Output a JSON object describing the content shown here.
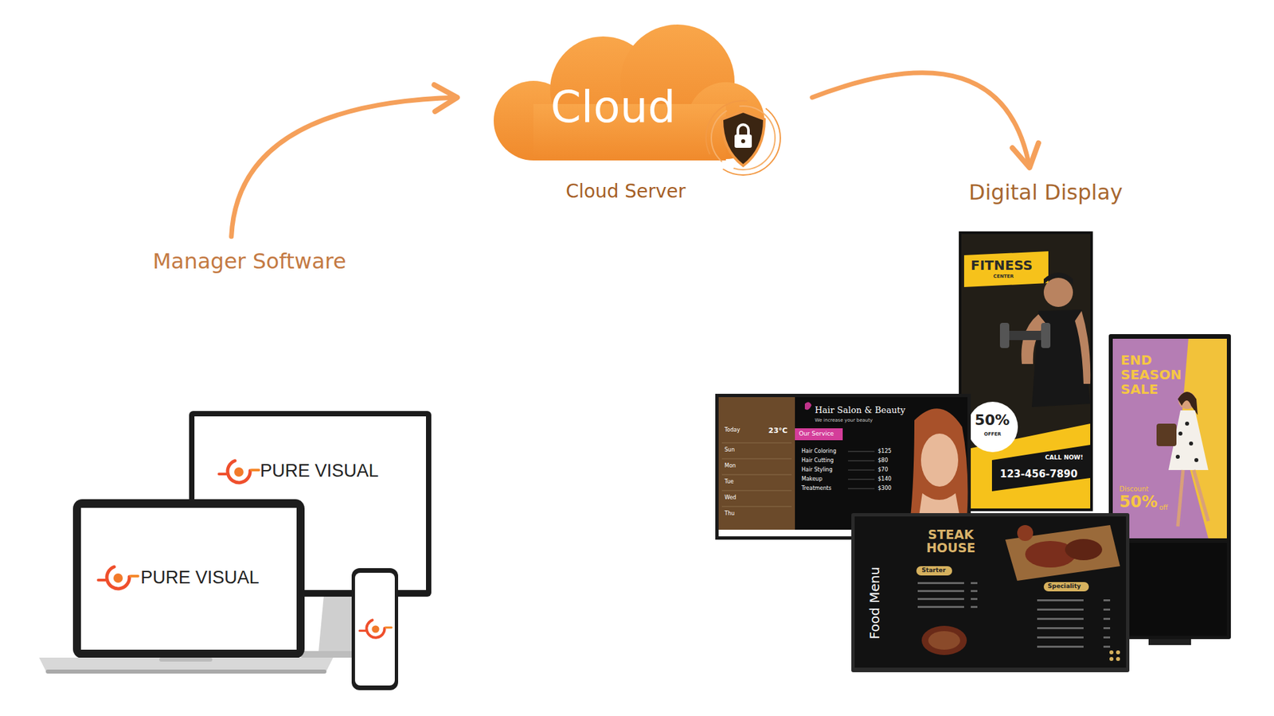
{
  "diagram": {
    "nodes": [
      {
        "text": [
          "Manager Software"
        ]
      },
      {
        "text": [
          "Cloud",
          "Cloud Server"
        ]
      },
      {
        "text": [
          "Digital Display"
        ]
      }
    ],
    "edges": [
      {
        "from": 0,
        "to": 1,
        "arrow": "to"
      },
      {
        "from": 1,
        "to": 2,
        "arrow": "to"
      }
    ],
    "labels": [
      "PURE VISUAL",
      "PURE VISUAL",
      "FITNESS",
      "CENTER",
      "50%",
      "OFFER",
      "CALL NOW!",
      "123-456-7890",
      "END SEASON SALE",
      "Discount",
      "50%",
      "off",
      "Hair Salon & Beauty",
      "We increase your beauty",
      "Our Service",
      "Hair Coloring",
      "$125",
      "Hair Cutting",
      "$80",
      "Hair Styling",
      "$70",
      "Makeup",
      "$140",
      "Treatments",
      "$300",
      "Today",
      "23°C",
      "Sun",
      "Mon",
      "Tue",
      "Wed",
      "Thu",
      "STEAK HOUSE",
      "Food Menu",
      "Starter",
      "Speciality"
    ]
  }
}
